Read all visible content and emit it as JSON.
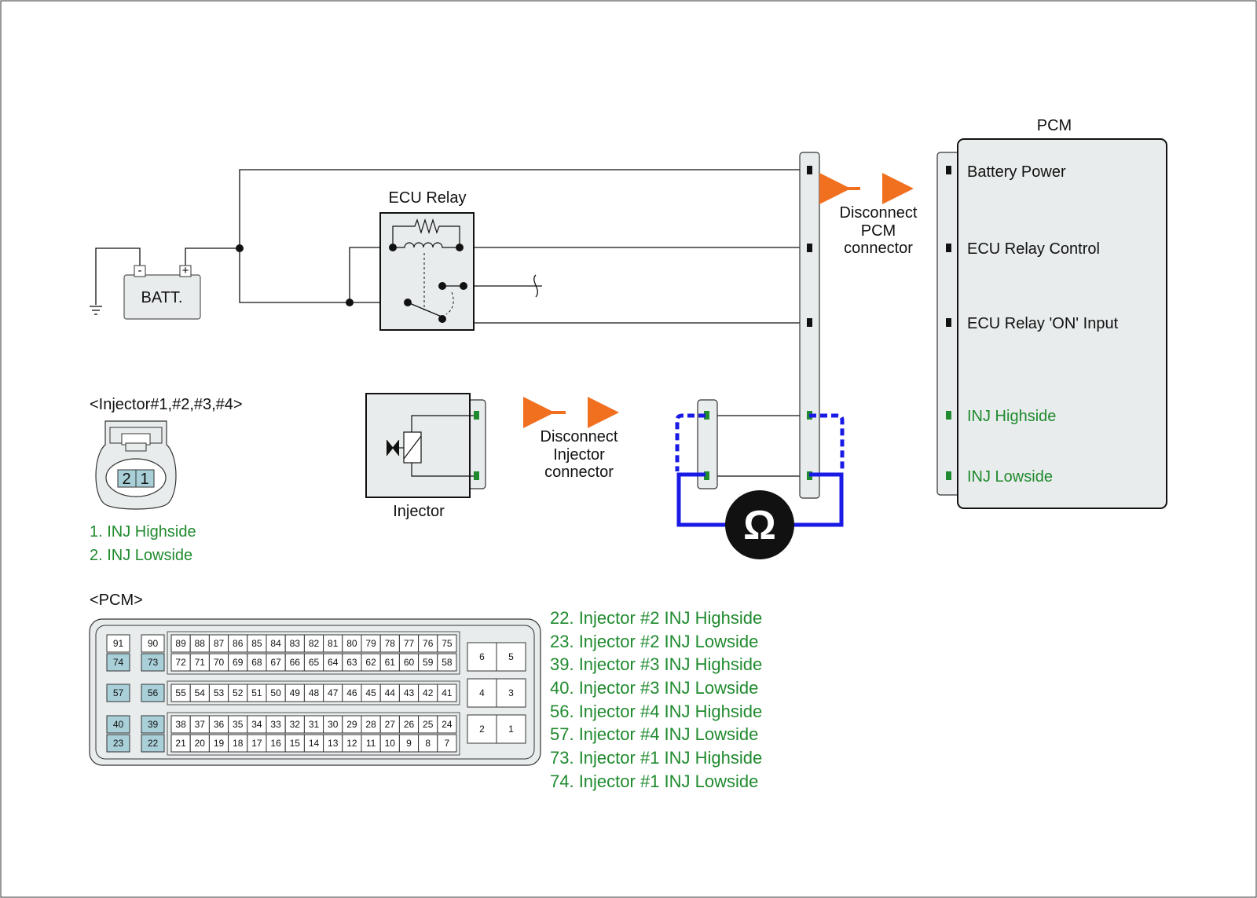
{
  "diagram": {
    "pcm_title": "PCM",
    "pcm_pins": [
      {
        "label": "Battery Power",
        "color": "#111111"
      },
      {
        "label": "ECU Relay Control",
        "color": "#111111"
      },
      {
        "label": "ECU Relay 'ON' Input",
        "color": "#111111"
      },
      {
        "label": "INJ Highside",
        "color": "#1f8a2e"
      },
      {
        "label": "INJ Lowside",
        "color": "#1f8a2e"
      }
    ],
    "batt_label": "BATT.",
    "batt_minus": "-",
    "batt_plus": "+",
    "ecu_relay_label": "ECU Relay",
    "disconnect_pcm": [
      "Disconnect",
      "PCM",
      "connector"
    ],
    "disconnect_injector": [
      "Disconnect",
      "Injector",
      "connector"
    ],
    "injector_label": "Injector",
    "ohm_symbol": "Ω",
    "injector_connector_title": "<Injector#1,#2,#3,#4>",
    "injector_connector_pins": [
      "2",
      "1"
    ],
    "injector_pin_desc": [
      "1. INJ Highside",
      "2. INJ Lowside"
    ],
    "pcm_connector_title": "<PCM>",
    "pcm_connector": {
      "row1_single": [
        "91",
        "90"
      ],
      "row1_pins": [
        "89",
        "88",
        "87",
        "86",
        "85",
        "84",
        "83",
        "82",
        "81",
        "80",
        "79",
        "78",
        "77",
        "76",
        "75"
      ],
      "row2_single": [
        "74",
        "73"
      ],
      "row2_pins": [
        "72",
        "71",
        "70",
        "69",
        "68",
        "67",
        "66",
        "65",
        "64",
        "63",
        "62",
        "61",
        "60",
        "59",
        "58"
      ],
      "row3_single": [
        "57",
        "56"
      ],
      "row3_pins": [
        "55",
        "54",
        "53",
        "52",
        "51",
        "50",
        "49",
        "48",
        "47",
        "46",
        "45",
        "44",
        "43",
        "42",
        "41"
      ],
      "row4_single": [
        "40",
        "39"
      ],
      "row4_pins": [
        "38",
        "37",
        "36",
        "35",
        "34",
        "33",
        "32",
        "31",
        "30",
        "29",
        "28",
        "27",
        "26",
        "25",
        "24"
      ],
      "row5_single": [
        "23",
        "22"
      ],
      "row5_pins": [
        "21",
        "20",
        "19",
        "18",
        "17",
        "16",
        "15",
        "14",
        "13",
        "12",
        "11",
        "10",
        "9",
        "8",
        "7"
      ],
      "block_pins": [
        "6",
        "5",
        "4",
        "3",
        "2",
        "1"
      ],
      "highlighted": [
        "74",
        "73",
        "57",
        "56",
        "40",
        "39",
        "23",
        "22"
      ]
    },
    "pcm_pin_desc": [
      "22. Injector #2 INJ Highside",
      "23. Injector #2 INJ Lowside",
      "39. Injector #3 INJ Highside",
      "40. Injector #3 INJ Lowside",
      "56. Injector #4 INJ Highside",
      "57. Injector #4 INJ Lowside",
      "73. Injector #1 INJ Highside",
      "74. Injector #1 INJ Lowside"
    ]
  },
  "colors": {
    "wire": "#111111",
    "connector_fill": "#e8ecec",
    "highlight_pin": "#a9cfd8",
    "green_text": "#1f8a2e",
    "green_pin": "#1f8a2e",
    "meter_lead": "#1a1ae6",
    "arrow": "#f07020"
  }
}
